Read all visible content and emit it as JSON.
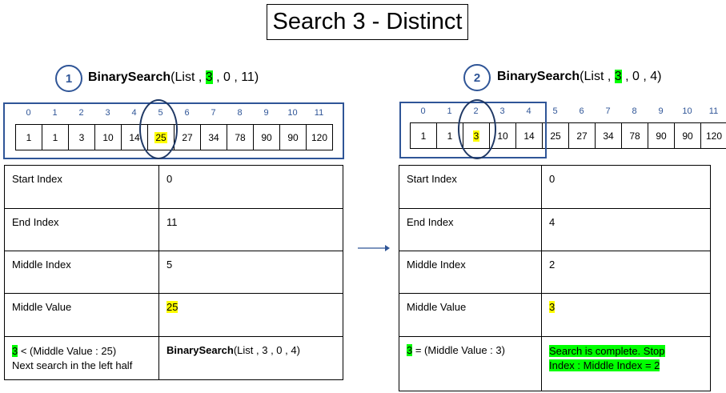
{
  "title": "Search 3 - Distinct",
  "left": {
    "step": "1",
    "call": {
      "fn": "BinarySearch",
      "open": "(List , ",
      "target": "3",
      "rest": " , 0 , 11)"
    },
    "indices": [
      "0",
      "1",
      "2",
      "3",
      "4",
      "5",
      "6",
      "7",
      "8",
      "9",
      "10",
      "11"
    ],
    "values": [
      "1",
      "1",
      "3",
      "10",
      "14",
      "25",
      "27",
      "34",
      "78",
      "90",
      "90",
      "120"
    ],
    "rows": [
      {
        "label": "Start Index",
        "value": "0"
      },
      {
        "label": "End Index",
        "value": "11"
      },
      {
        "label": "Middle Index",
        "value": "5"
      },
      {
        "label": "Middle Value",
        "value": "25"
      }
    ],
    "last": {
      "target": "3",
      "line1": " < (Middle Value : 25)",
      "line2": "Next search in the left half",
      "next_fn": "BinarySearch",
      "next_args": "(List , 3 , 0 , 4)"
    }
  },
  "right": {
    "step": "2",
    "call": {
      "fn": "BinarySearch",
      "open": "(List , ",
      "target": "3",
      "rest": " , 0 , 4)"
    },
    "indices": [
      "0",
      "1",
      "2",
      "3",
      "4",
      "5",
      "6",
      "7",
      "8",
      "9",
      "10",
      "11"
    ],
    "values": [
      "1",
      "1",
      "3",
      "10",
      "14",
      "25",
      "27",
      "34",
      "78",
      "90",
      "90",
      "120"
    ],
    "rows": [
      {
        "label": "Start Index",
        "value": "0"
      },
      {
        "label": "End Index",
        "value": "4"
      },
      {
        "label": "Middle Index",
        "value": "2"
      },
      {
        "label": "Middle Value",
        "value": "3"
      }
    ],
    "last": {
      "target": "3",
      "line1": " = (Middle Value : 3)",
      "result1": "Search is complete. Stop",
      "result2": "Index : Middle Index = 2"
    }
  },
  "colors": {
    "accent": "#2f5597",
    "highlight_green": "#00ff00",
    "highlight_yellow": "#ffff00"
  }
}
